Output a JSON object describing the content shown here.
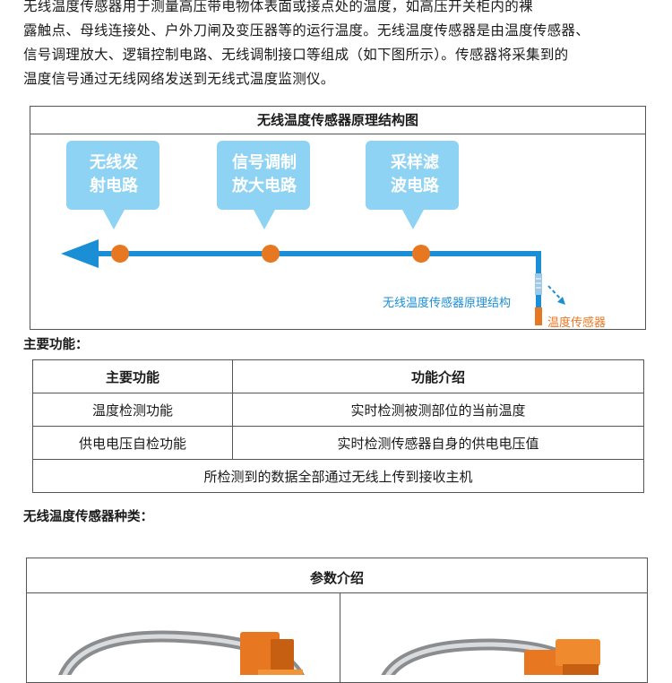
{
  "intro": {
    "lines": [
      "无线温度传感器用于测量高压带电物体表面或接点处的温度，如高压开关柜内的裸",
      "露触点、母线连接处、户外刀闸及变压器等的运行温度。无线温度传感器是由温度传感器、",
      "信号调理放大、逻辑控制电路、无线调制接口等组成（如下图所示）。传感器将采集到的",
      "温度信号通过无线网络发送到无线式温度监测仪。"
    ]
  },
  "diagram": {
    "title": "无线温度传感器原理结构图",
    "bubbles": [
      {
        "line1": "无线发",
        "line2": "射电路"
      },
      {
        "line1": "信号调制",
        "line2": "放大电路"
      },
      {
        "line1": "采样滤",
        "line2": "波电路"
      }
    ],
    "caption": "无线温度传感器原理结构",
    "sensor_label": "温度传感器",
    "colors": {
      "bubble": "#8fd3f4",
      "line": "#1a8fd6",
      "node": "#e87722"
    }
  },
  "functions": {
    "section_title": "主要功能：",
    "headers": [
      "主要功能",
      "功能介绍"
    ],
    "rows": [
      [
        "温度检测功能",
        "实时检测被测部位的当前温度"
      ],
      [
        "供电电压自检功能",
        "实时检测传感器自身的供电电压值"
      ]
    ],
    "footer": "所检测到的数据全部通过无线上传到接收主机"
  },
  "types": {
    "section_title": "无线温度传感器种类："
  },
  "params": {
    "title": "参数介绍"
  }
}
